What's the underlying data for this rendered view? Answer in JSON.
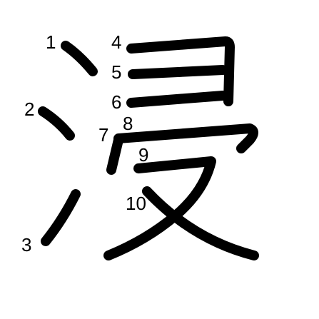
{
  "character": "浸",
  "stroke_numbers": [
    "1",
    "2",
    "3",
    "4",
    "5",
    "6",
    "7",
    "8",
    "9",
    "10"
  ],
  "colors": {
    "stroke": "#000000",
    "background": "#ffffff"
  }
}
